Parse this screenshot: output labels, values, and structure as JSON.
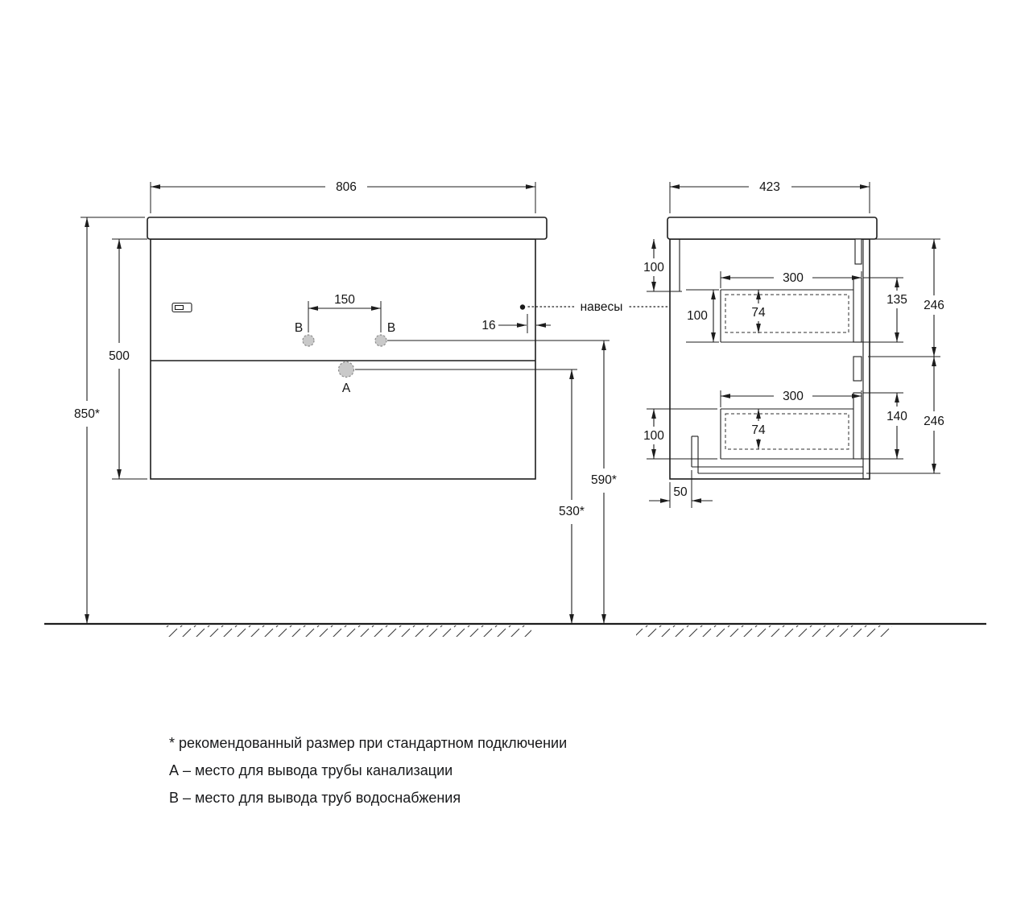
{
  "front_view": {
    "width": "806",
    "overall_height": "850*",
    "body_height": "500",
    "faucet_holes_spacing": "150",
    "hinge_edge_offset": "16",
    "label_b_left": "В",
    "label_b_right": "В",
    "label_a": "А",
    "water_supply_height": "590*",
    "drain_height": "530*"
  },
  "side_view": {
    "depth": "423",
    "hanger_zone_height": "100",
    "upper_drawer": {
      "depth": "300",
      "inner_height": "74",
      "back_height": "100",
      "front_height": "135",
      "section_height": "246"
    },
    "lower_drawer": {
      "depth": "300",
      "inner_height": "74",
      "back_height": "100",
      "front_height": "140",
      "section_height": "246"
    },
    "bottom_recess_depth": "50"
  },
  "callouts": {
    "hangers": "навесы"
  },
  "notes": {
    "recommended": "* рекомендованный размер при стандартном подключении",
    "a": "А – место для вывода трубы канализации",
    "b": "В – место для вывода труб водоснабжения"
  }
}
